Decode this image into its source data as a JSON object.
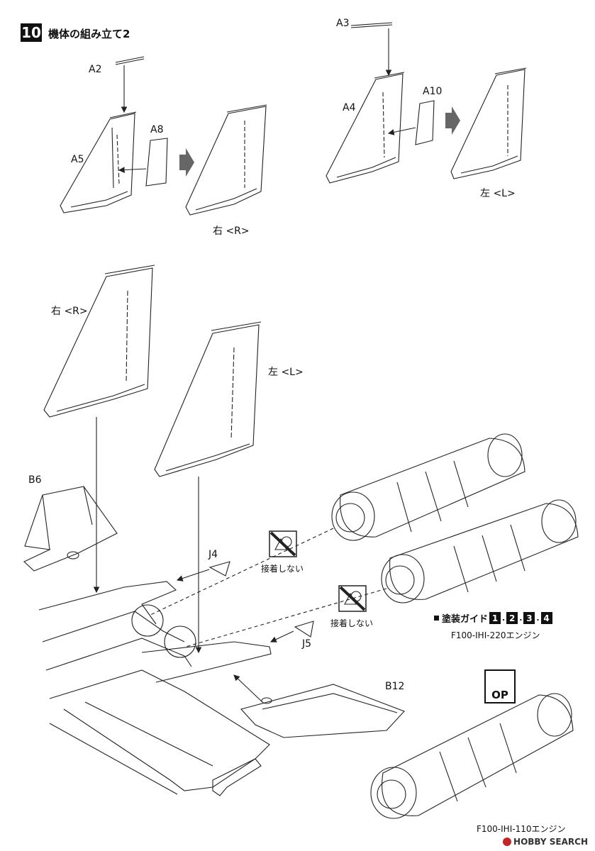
{
  "step": {
    "number": "10",
    "title": "機体の組み立て2"
  },
  "parts": {
    "a2": "A2",
    "a3": "A3",
    "a4": "A4",
    "a5": "A5",
    "a8": "A8",
    "a10": "A10",
    "b6": "B6",
    "b12": "B12",
    "j4": "J4",
    "j5": "J5"
  },
  "sides": {
    "right": "右 <R>",
    "left": "左 <L>"
  },
  "no_glue": "接着しない",
  "paint_guide": {
    "label": "塗装ガイド",
    "numbers": [
      "1",
      "2",
      "3",
      "4"
    ],
    "separator": "."
  },
  "engines": {
    "ihi220": "F100-IHI-220エンジン",
    "ihi110": "F100-IHI-110エンジン"
  },
  "option_mark": "OP",
  "watermark": "HOBBY SEARCH",
  "icons": [
    "fill-arrow-icon",
    "no-glue-icon",
    "option-icon",
    "hobby-search-logo-icon"
  ],
  "colors": {
    "ink": "#111111",
    "watermark_red": "#c0272d"
  }
}
